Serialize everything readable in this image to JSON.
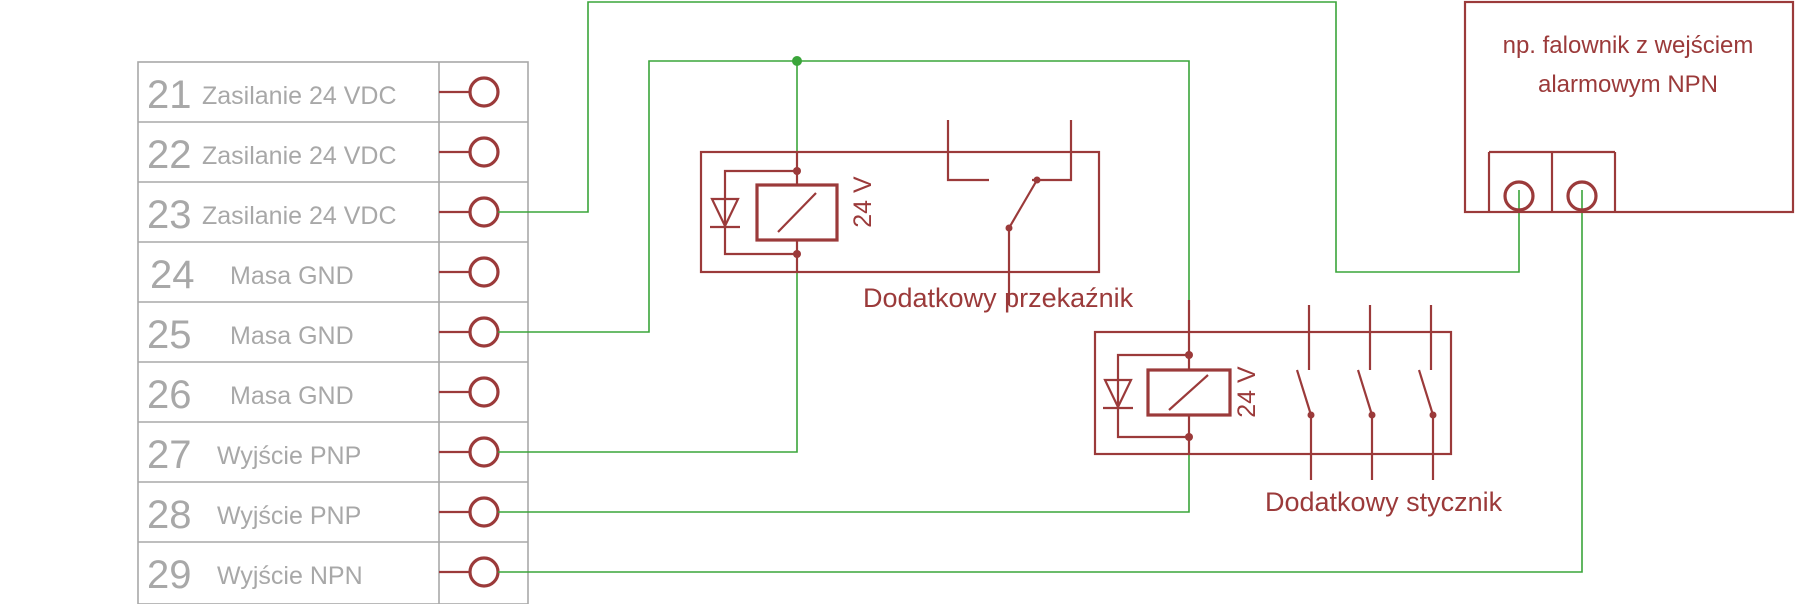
{
  "terminals": [
    {
      "num": "21",
      "label": "Zasilanie 24 VDC"
    },
    {
      "num": "22",
      "label": "Zasilanie 24 VDC"
    },
    {
      "num": "23",
      "label": "Zasilanie 24 VDC"
    },
    {
      "num": "24",
      "label": "Masa GND"
    },
    {
      "num": "25",
      "label": "Masa GND"
    },
    {
      "num": "26",
      "label": "Masa GND"
    },
    {
      "num": "27",
      "label": "Wyjście PNP"
    },
    {
      "num": "28",
      "label": "Wyjście PNP"
    },
    {
      "num": "29",
      "label": "Wyjście NPN"
    }
  ],
  "relay": {
    "voltage": "24 V",
    "label": "Dodatkowy przekaźnik"
  },
  "contactor": {
    "voltage": "24 V",
    "label": "Dodatkowy stycznik"
  },
  "inverter": {
    "line1": "np. falownik z wejściem",
    "line2": "alarmowym NPN"
  },
  "colors": {
    "terminal_gray": "#a8a8a8",
    "component_red": "#9b3a3a",
    "wire_green": "#3aa53a"
  }
}
